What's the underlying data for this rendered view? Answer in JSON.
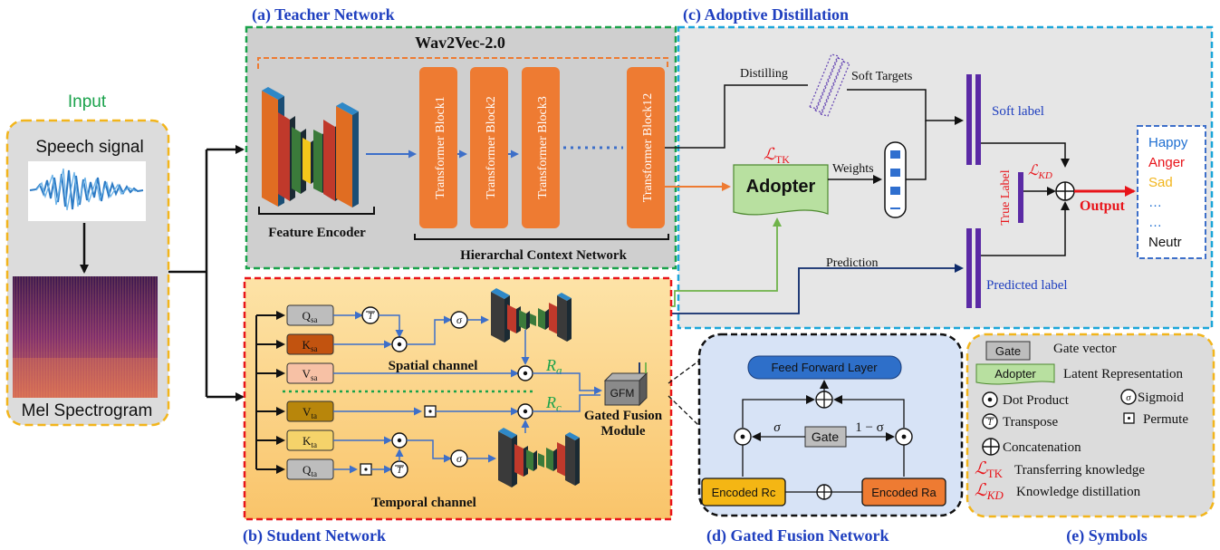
{
  "input": {
    "title": "Input",
    "speech_signal": "Speech signal",
    "mel_spectrogram": "Mel Spectrogram"
  },
  "teacher": {
    "title": "(a) Teacher Network",
    "model_name": "Wav2Vec-2.0",
    "feature_encoder": "Feature Encoder",
    "hcn": "Hierarchal Context Network",
    "blocks": [
      "Transformer Block1",
      "Transformer Block2",
      "Transformer Block3",
      "Transformer Block12"
    ]
  },
  "distill": {
    "title": "(c) Adoptive Distillation",
    "distilling": "Distilling",
    "soft_targets": "Soft Targets",
    "soft_label": "Soft label",
    "loss_tk_main": "ℒ",
    "loss_tk_sub": "TK",
    "adopter": "Adopter",
    "weights": "Weights",
    "true_label": "True Label",
    "loss_kd_main": "ℒ",
    "loss_kd_sub": "KD",
    "concat_symbol": "⊕",
    "output": "Output",
    "prediction": "Prediction",
    "predicted_label": "Predicted label",
    "emotions": [
      {
        "label": "Happy",
        "color": "#1f6fd1"
      },
      {
        "label": "Anger",
        "color": "#e8141a"
      },
      {
        "label": "Sad",
        "color": "#f2b51c"
      },
      {
        "label": "…",
        "color": "#1f6fd1"
      },
      {
        "label": "…",
        "color": "#1f6fd1"
      },
      {
        "label": "Neutr",
        "color": "#111111"
      }
    ]
  },
  "student": {
    "title": "(b) Student Network",
    "q_sa": "Q",
    "q_sa_sub": "sa",
    "k_sa": "K",
    "k_sa_sub": "sa",
    "v_sa": "V",
    "v_sa_sub": "sa",
    "v_ta": "V",
    "v_ta_sub": "ta",
    "k_ta": "K",
    "k_ta_sub": "ta",
    "q_ta": "Q",
    "q_ta_sub": "ta",
    "spatial_channel": "Spatial channel",
    "temporal_channel": "Temporal channel",
    "r_a": "R",
    "r_a_sub": "a",
    "r_c": "R",
    "r_c_sub": "c",
    "gfm": "GFM",
    "gated_fusion_line1": "Gated Fusion",
    "gated_fusion_line2": "Module"
  },
  "gated": {
    "title": "(d) Gated Fusion Network",
    "ffl": "Feed Forward Layer",
    "sigma": "σ",
    "gate": "Gate",
    "one_minus_sigma": "1 − σ",
    "encoded_rc": "Encoded Rc",
    "encoded_ra": "Encoded Ra"
  },
  "symbols": {
    "title": "(e) Symbols",
    "gate_box": "Gate",
    "gate_vector": "Gate vector",
    "adopter_box": "Adopter",
    "latent": "Latent Representation",
    "dot_product": "Dot Product",
    "sigmoid": "Sigmoid",
    "transpose": "Transpose",
    "permute": "Permute",
    "concatenation": "Concatenation",
    "ltk_main": "ℒ",
    "ltk_sub": "TK",
    "transferring": "Transferring knowledge",
    "lkd_main": "ℒ",
    "lkd_sub": "KD",
    "kd": "Knowledge distillation"
  },
  "colors": {
    "panel_green": "#1aa24b",
    "panel_blue": "#1ca6d9",
    "panel_red": "#e8141a",
    "panel_yellow": "#f2b51c",
    "orange_block": "#ee7b32",
    "title_blue": "#1f3fbf",
    "purple_bar": "#5b2aa5",
    "navy_line": "#0d2a6b",
    "green_line": "#6fb34a"
  }
}
